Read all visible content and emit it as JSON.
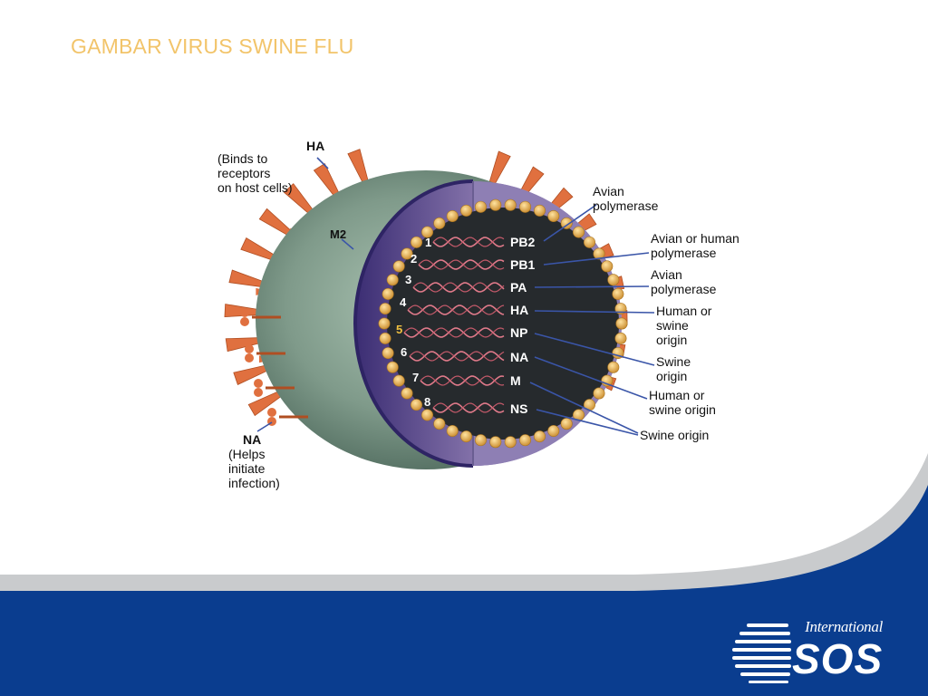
{
  "slide": {
    "title": "GAMBAR VIRUS SWINE FLU"
  },
  "diagram": {
    "callouts": {
      "ha_title": "HA",
      "ha_desc": [
        "(Binds to",
        "receptors",
        "on host cells)"
      ],
      "m2_title": "M2",
      "na_title": "NA",
      "na_desc": [
        "(Helps",
        "initiate",
        "infection)"
      ]
    },
    "segments": [
      {
        "number": "1",
        "gene": "PB2"
      },
      {
        "number": "2",
        "gene": "PB1"
      },
      {
        "number": "3",
        "gene": "PA"
      },
      {
        "number": "4",
        "gene": "HA"
      },
      {
        "number": "5",
        "gene": "NP"
      },
      {
        "number": "6",
        "gene": "NA"
      },
      {
        "number": "7",
        "gene": "M"
      },
      {
        "number": "8",
        "gene": "NS"
      }
    ],
    "origins": [
      [
        "Avian",
        "polymerase"
      ],
      [
        "Avian or human",
        "polymerase"
      ],
      [
        "Avian",
        "polymerase"
      ],
      [
        "Human or",
        "swine",
        "origin"
      ],
      [
        "Swine",
        "origin"
      ],
      [
        "Human or",
        "swine origin"
      ],
      [
        "Swine origin"
      ]
    ],
    "colors": {
      "envelope": "#7f9a8a",
      "spike": "#e0703f",
      "inner_band": "#8c7ab0",
      "core": "#262a2d",
      "bead": "#e6b25a",
      "rna": "#e07a8a",
      "pointer_line": "#3a55a8",
      "highlight_number": "#f0c040"
    }
  },
  "footer": {
    "logo_top": "International",
    "logo_main": "SOS",
    "band_color": "#0a3d8f",
    "swoosh_color": "#c7c9cc"
  }
}
